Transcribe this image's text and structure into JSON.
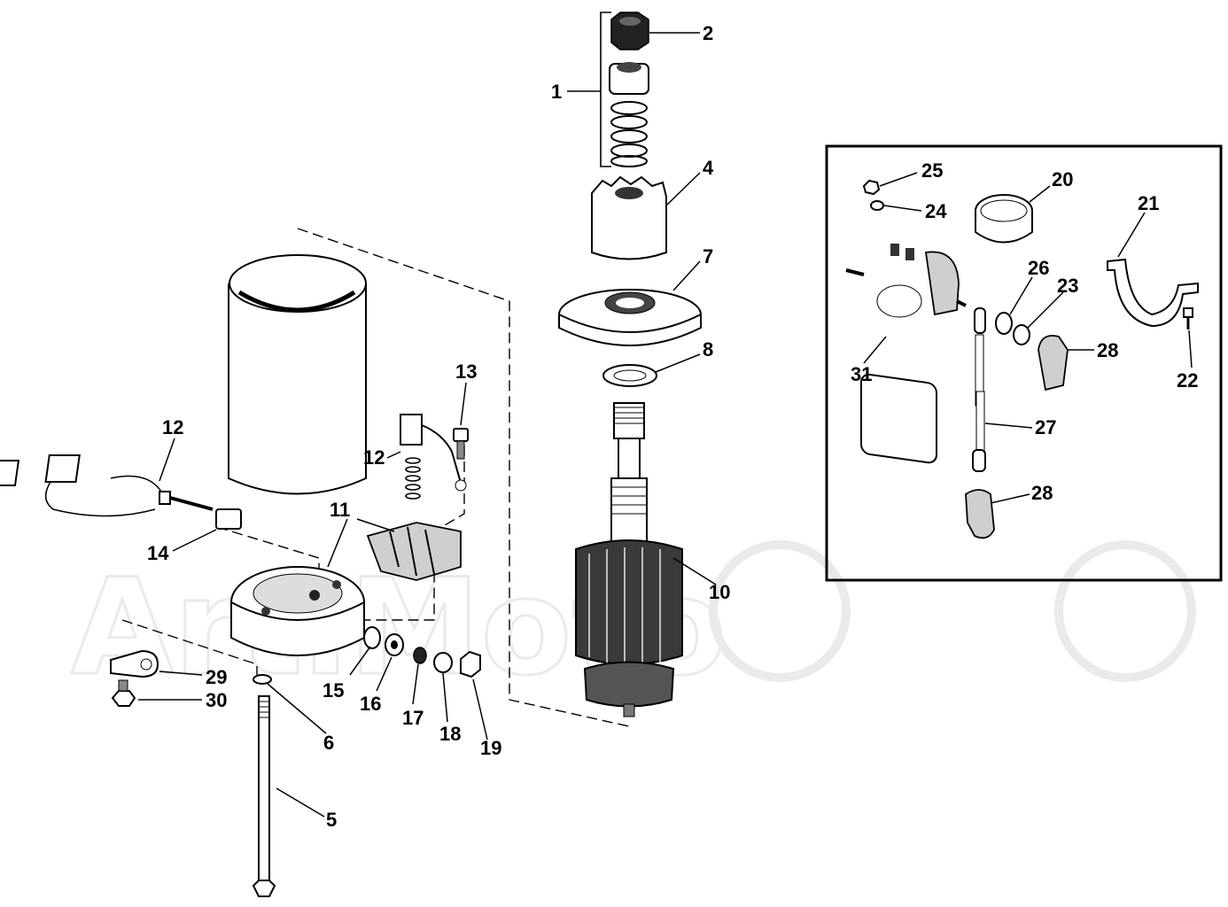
{
  "watermark": "ArtiMoto",
  "callouts": {
    "c1": "1",
    "c2": "2",
    "c4": "4",
    "c5": "5",
    "c6": "6",
    "c7": "7",
    "c8": "8",
    "c10": "10",
    "c11": "11",
    "c12a": "12",
    "c12b": "12",
    "c13": "13",
    "c14": "14",
    "c15": "15",
    "c16": "16",
    "c17": "17",
    "c18": "18",
    "c19": "19",
    "c20": "20",
    "c21": "21",
    "c22": "22",
    "c23": "23",
    "c24": "24",
    "c25": "25",
    "c26": "26",
    "c27": "27",
    "c28a": "28",
    "c28b": "28",
    "c29": "29",
    "c30": "30",
    "c31": "31"
  }
}
